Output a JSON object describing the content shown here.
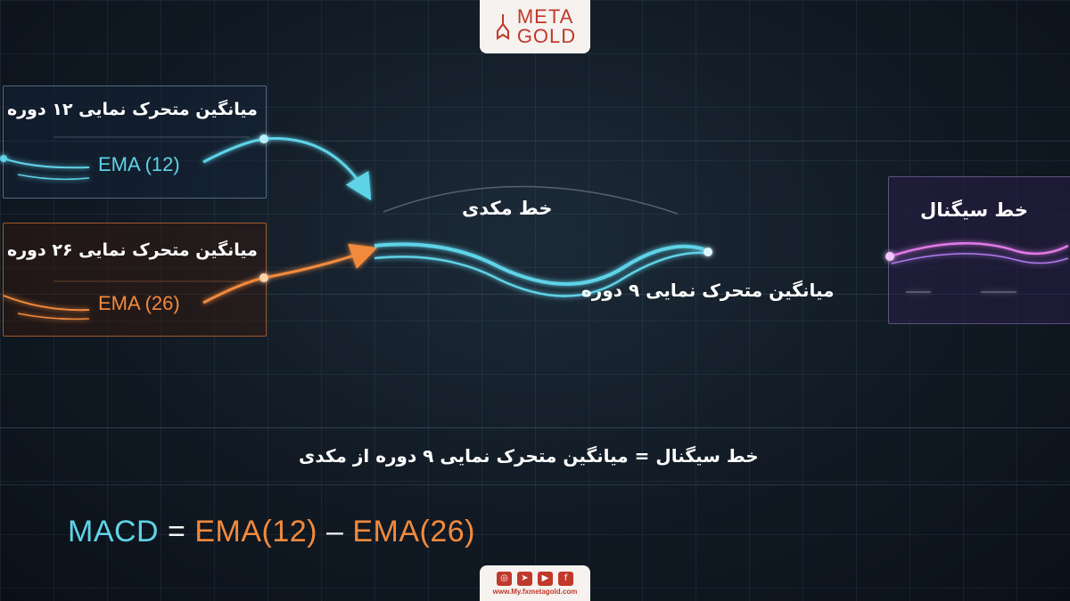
{
  "logo": {
    "line1": "META",
    "line2": "GOLD"
  },
  "ema12_box": {
    "title": "میانگین متحرک نمایی ۱۲ دوره",
    "label": "EMA (12)"
  },
  "ema26_box": {
    "title": "میانگین متحرک نمایی ۲۶ دوره",
    "label": "EMA (26)"
  },
  "macd_line": {
    "label": "خط مکدی"
  },
  "ema9_label": "میانگین متحرک نمایی ۹ دوره",
  "signal_box": {
    "title": "خط سیگنال"
  },
  "signal_definition": "خط سیگنال = میانگین متحرک نمایی ۹ دوره از مکدی",
  "formula": {
    "macd": "MACD",
    "equals": " = ",
    "ema12": "EMA(12)",
    "minus": " – ",
    "ema26": "EMA(26)"
  },
  "social": {
    "icons": [
      "instagram-icon",
      "telegram-icon",
      "youtube-icon",
      "facebook-icon"
    ],
    "url": "www.My.fxmetagold.com"
  },
  "colors": {
    "cyan": "#5fd3e8",
    "orange": "#f28a3c",
    "purple": "#9a7cf0",
    "magenta": "#e07ae8",
    "brand": "#c0392b"
  }
}
